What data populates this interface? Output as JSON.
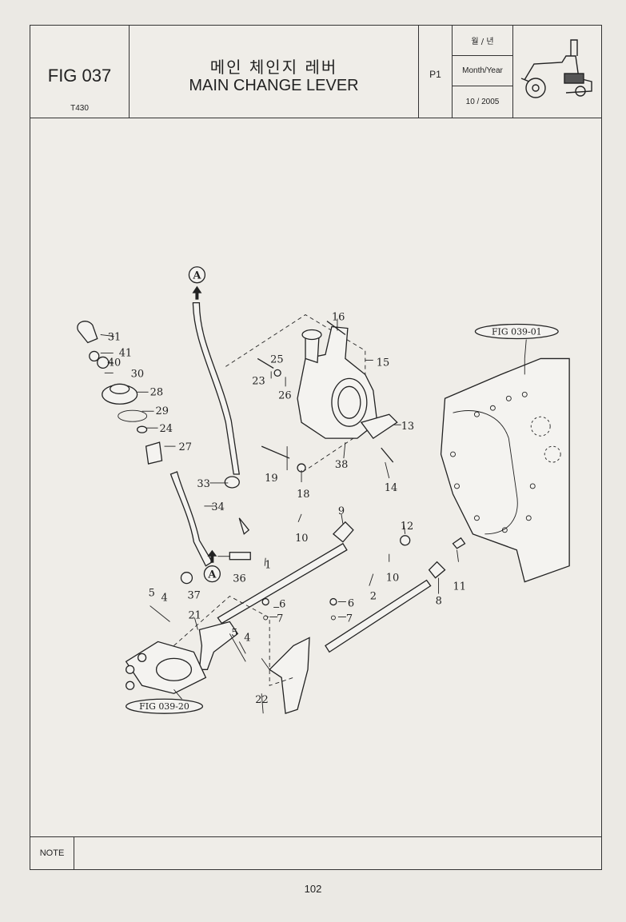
{
  "header": {
    "fig_no": "FIG 037",
    "model": "T430",
    "title_ko": "메인 체인지 레버",
    "title_en": "MAIN CHANGE LEVER",
    "page": "P1",
    "date_ko": "월 / 년",
    "date_label": "Month/Year",
    "date_value": "10 / 2005",
    "logo_icon": "tractor-icon"
  },
  "diagram": {
    "markers": [
      "A",
      "A"
    ],
    "references": [
      "FIG 039-01",
      "FIG 039-20"
    ],
    "callouts": [
      "1",
      "2",
      "4",
      "4",
      "5",
      "5",
      "6",
      "6",
      "7",
      "7",
      "8",
      "9",
      "10",
      "10",
      "11",
      "12",
      "13",
      "14",
      "15",
      "16",
      "18",
      "19",
      "21",
      "22",
      "23",
      "24",
      "25",
      "26",
      "27",
      "28",
      "29",
      "30",
      "31",
      "33",
      "34",
      "36",
      "37",
      "38",
      "40",
      "41"
    ]
  },
  "footer": {
    "note_label": "NOTE"
  },
  "page_number": "102"
}
